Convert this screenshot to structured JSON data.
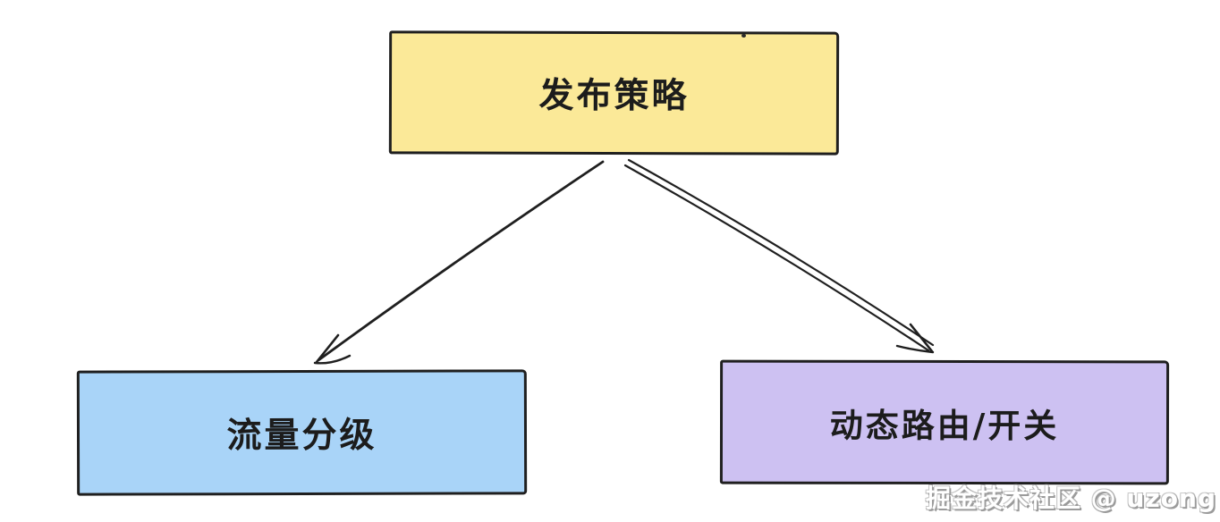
{
  "diagram": {
    "title_node": {
      "label": "发布策略"
    },
    "children": [
      {
        "label": "流量分级"
      },
      {
        "label": "动态路由/开关"
      }
    ]
  },
  "edges": [
    {
      "from": "发布策略",
      "to": "流量分级",
      "style": "single-line-arrow"
    },
    {
      "from": "发布策略",
      "to": "动态路由/开关",
      "style": "double-line-arrow"
    }
  ],
  "watermark": {
    "text": "掘金技术社区 @ uzong"
  },
  "colors": {
    "bg": "#ffffff",
    "ink": "#1f1f1f",
    "text": "#1c1c1c",
    "root_fill": "#FBE998",
    "left_fill": "#A9D4F8",
    "right_fill": "#CDC1F2"
  }
}
